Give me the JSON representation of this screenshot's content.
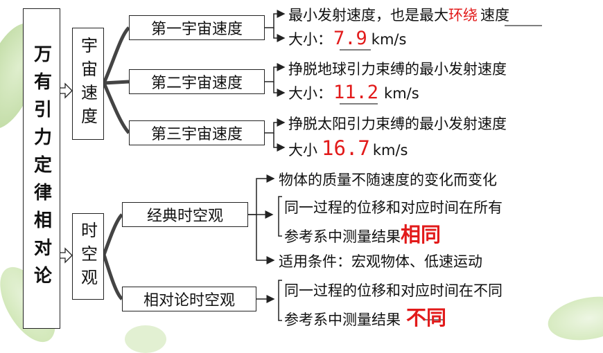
{
  "root": {
    "label": "万有引力定律相对论"
  },
  "cosmic": {
    "group_label": "宇宙速度",
    "first": {
      "title": "第一宇宙速度",
      "desc_prefix": "最小发射速度，也是最大",
      "desc_red": "环绕",
      "desc_suffix": "速度",
      "size_label": "大小：",
      "size_value": "7.9",
      "unit": "km/s"
    },
    "second": {
      "title": "第二宇宙速度",
      "desc": "挣脱地球引力束缚的最小发射速度",
      "size_label": "大小：",
      "size_value": "11.2",
      "unit": "km/s"
    },
    "third": {
      "title": "第三宇宙速度",
      "desc": "挣脱太阳引力束缚的最小发射速度",
      "size_label": "大小",
      "size_value": "16.7",
      "unit": "km/s"
    }
  },
  "spacetime": {
    "group_label": "时空观",
    "classical": {
      "title": "经典时空观",
      "item1": "物体的质量不随速度的变化而变化",
      "item2_line1": "同一过程的位移和对应时间在所有",
      "item2_line2": "参考系中测量结果",
      "item2_red": "相同",
      "item3": "适用条件：宏观物体、低速运动"
    },
    "relativistic": {
      "title": "相对论时空观",
      "line1": "同一过程的位移和对应时间在不同",
      "line2": "参考系中测量结果",
      "red": "不同"
    }
  },
  "colors": {
    "accent_red": "#e21a1a",
    "leaf_green": "#9ccc65"
  }
}
